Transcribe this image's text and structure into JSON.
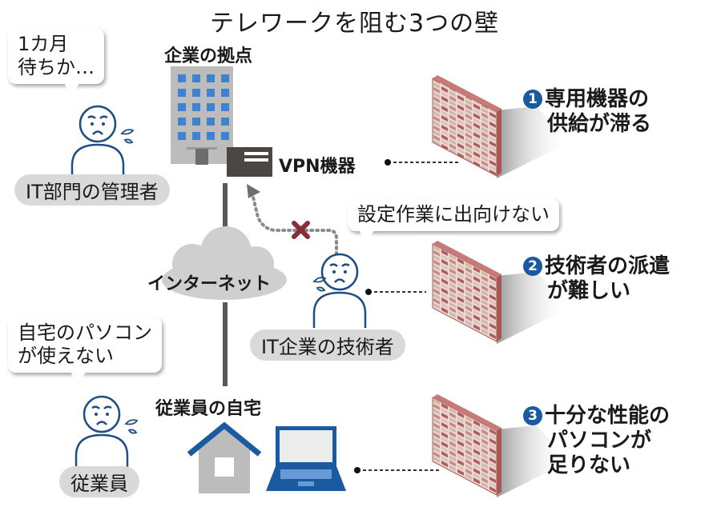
{
  "title": "テレワークを阻む3つの壁",
  "locations": {
    "office": "企業の拠点",
    "vpn": "VPN機器",
    "internet": "インターネット",
    "home": "従業員の自宅"
  },
  "people": [
    {
      "role": "IT部門の管理者",
      "speech": [
        "1カ月",
        "待ちか…"
      ]
    },
    {
      "role": "IT企業の技術者",
      "speech": [
        "設定作業に出向けない"
      ]
    },
    {
      "role": "従業員",
      "speech": [
        "自宅のパソコン",
        "が使えない"
      ]
    }
  ],
  "walls": [
    {
      "number": "1",
      "lines": [
        "専用機器の",
        "供給が滞る"
      ]
    },
    {
      "number": "2",
      "lines": [
        "技術者の派遣",
        "が難しい"
      ]
    },
    {
      "number": "3",
      "lines": [
        "十分な性能の",
        "パソコンが",
        "足りない"
      ]
    }
  ],
  "colors": {
    "accent_blue": "#1a5aa0",
    "person_stroke": "#1f4e85",
    "building_gray": "#bcbcbc",
    "window_blue": "#3f82cf",
    "vpn_dark": "#4a4643",
    "brick_red": "#b5605e",
    "cross_red": "#8a2e35",
    "cloud_gray": "#cfcfcf"
  },
  "icons": [
    "office-building-icon",
    "vpn-device-icon",
    "cloud-icon",
    "house-icon",
    "laptop-icon",
    "brick-wall-icon",
    "worried-person-icon",
    "sweat-drop-icon",
    "blocked-cross-icon"
  ]
}
